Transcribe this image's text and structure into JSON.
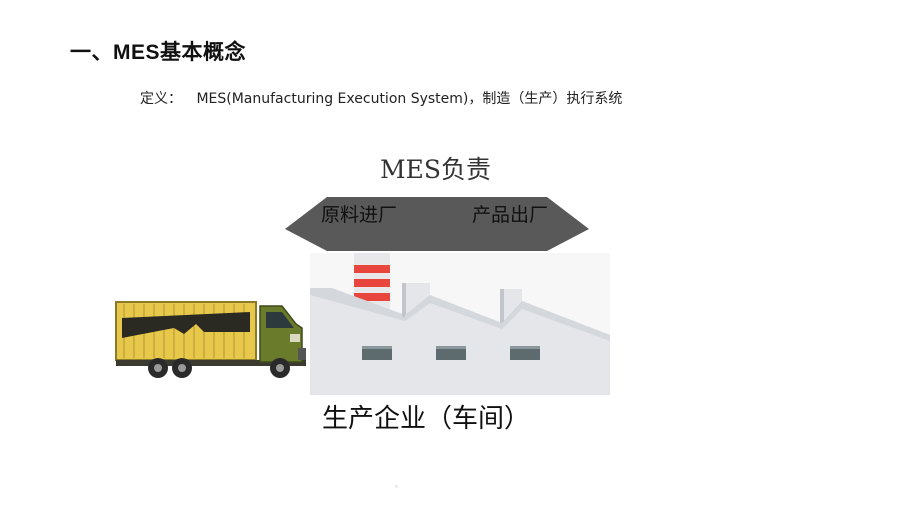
{
  "slide": {
    "title": "一、MES基本概念",
    "definition_label": "定义：",
    "definition_text": "MES(Manufacturing Execution System)，制造（生产）执行系统",
    "responsible_title": "MES负责",
    "roof_left_label": "原料进厂",
    "roof_right_label": "产品出厂",
    "caption": "生产企业（车间）"
  },
  "colors": {
    "roof": "#595959",
    "factory_wall": "#e4e6ea",
    "chimney_stripe": "#e8453c",
    "truck_cargo": "#e8c84a",
    "truck_cab": "#6b7b2c",
    "window": "#5e6b6e"
  },
  "icons": [
    "factory-icon",
    "truck-icon"
  ]
}
